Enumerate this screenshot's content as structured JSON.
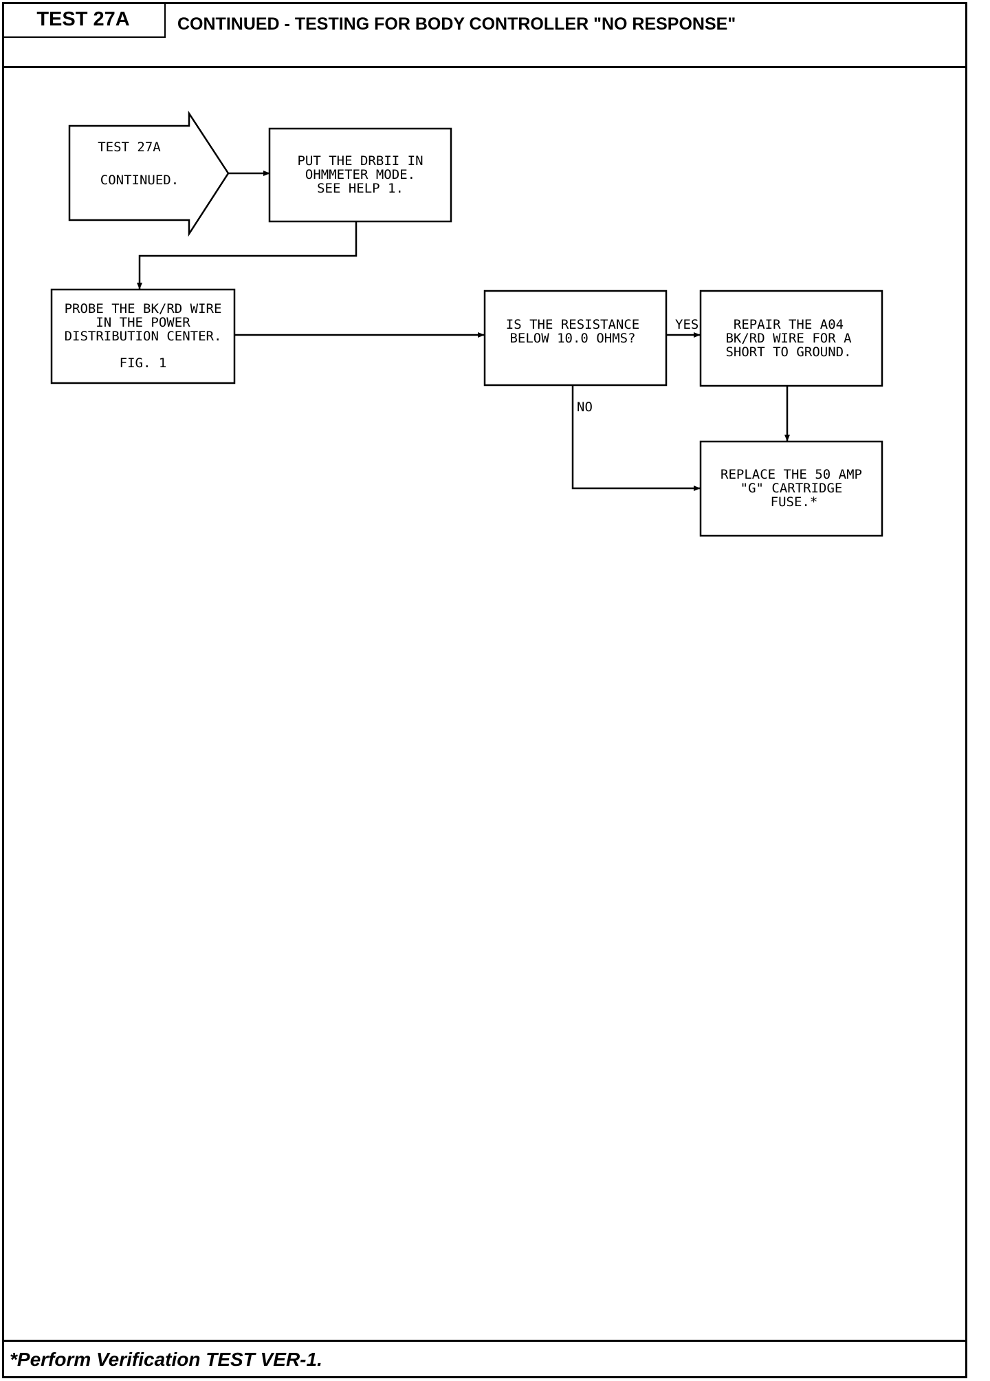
{
  "header": {
    "test_label": "TEST 27A",
    "title": "CONTINUED - TESTING FOR BODY CONTROLLER \"NO RESPONSE\""
  },
  "flowchart": {
    "start": {
      "line1": "TEST 27A",
      "line2": "CONTINUED."
    },
    "step_ohmmeter": {
      "lines": [
        "PUT THE DRBII IN",
        "OHMMETER MODE.",
        "SEE HELP 1."
      ]
    },
    "step_probe": {
      "lines": [
        "PROBE THE BK/RD WIRE",
        "IN THE POWER",
        "DISTRIBUTION CENTER."
      ],
      "fig": "FIG. 1"
    },
    "decision_resistance": {
      "lines": [
        "IS THE RESISTANCE",
        "BELOW 10.0 OHMS?"
      ]
    },
    "action_repair": {
      "lines": [
        "REPAIR THE A04",
        "BK/RD WIRE FOR A",
        "SHORT TO GROUND."
      ]
    },
    "action_replace": {
      "lines": [
        "REPLACE THE 50 AMP",
        "\"G\" CARTRIDGE",
        "FUSE.*"
      ]
    },
    "labels": {
      "yes": "YES",
      "no": "NO"
    }
  },
  "footer": {
    "note": "*Perform Verification TEST VER-1."
  }
}
